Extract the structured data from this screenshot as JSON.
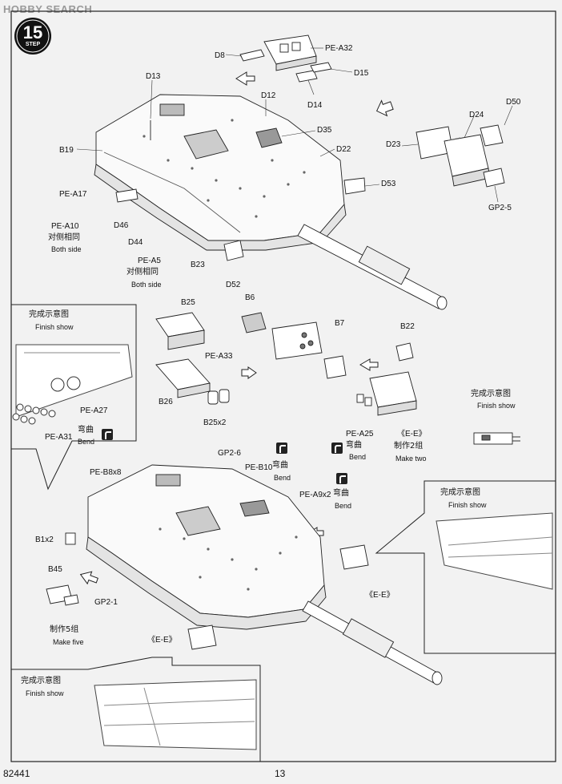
{
  "watermark": "HOBBY SEARCH",
  "step": {
    "number": "15",
    "word": "STEP"
  },
  "footer": {
    "catalog": "82441",
    "page": "13"
  },
  "icons": {
    "bend": "bend-icon",
    "step": "step-badge-icon"
  },
  "top_labels": {
    "D8": "D8",
    "PE_A32": "PE-A32",
    "D15": "D15",
    "D14": "D14",
    "D13": "D13",
    "D12": "D12",
    "D35": "D35",
    "B19": "B19",
    "D22": "D22",
    "D50": "D50",
    "D24": "D24",
    "D23": "D23",
    "GP2_5": "GP2-5",
    "D53": "D53",
    "PE_A17": "PE-A17",
    "PE_A10": "PE-A10",
    "D46": "D46",
    "D44": "D44",
    "PE_A5": "PE-A5",
    "B23": "B23",
    "D52": "D52",
    "both_side_cn": "对侧相同",
    "both_side_en": "Both side"
  },
  "middle_labels": {
    "finish_show_cn": "完成示意图",
    "finish_show_en": "Finish show",
    "PE_A27": "PE-A27",
    "PE_A31": "PE-A31",
    "bend_cn": "弯曲",
    "bend_en": "Bend",
    "B25": "B25",
    "PE_A33": "PE-A33",
    "B26": "B26",
    "B25x2": "B25x2",
    "B6": "B6",
    "B7": "B7",
    "B22": "B22",
    "PE_A25": "PE-A25",
    "E_E": "《E-E》",
    "make_two_cn": "制作2组",
    "make_two_en": "Make two"
  },
  "bottom_labels": {
    "PE_B8x8": "PE-B8x8",
    "GP2_6": "GP2-6",
    "PE_B10": "PE-B10",
    "PE_A9x2": "PE-A9x2",
    "B1x2": "B1x2",
    "B45": "B45",
    "GP2_1": "GP2-1",
    "make_five_cn": "制作5组",
    "make_five_en": "Make five",
    "E_E": "《E-E》"
  }
}
